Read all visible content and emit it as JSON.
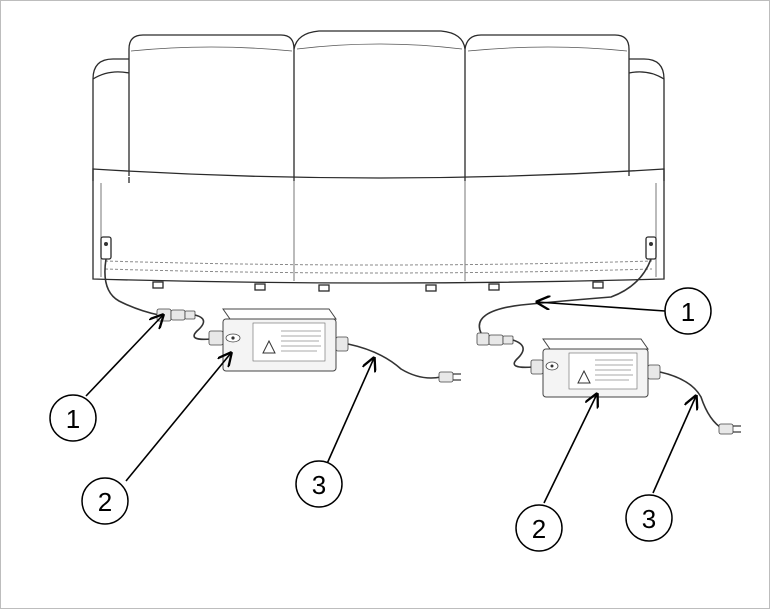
{
  "callouts": [
    {
      "id": "left-1",
      "label": "1"
    },
    {
      "id": "left-2",
      "label": "2"
    },
    {
      "id": "left-3",
      "label": "3"
    },
    {
      "id": "right-1",
      "label": "1"
    },
    {
      "id": "right-2",
      "label": "2"
    },
    {
      "id": "right-3",
      "label": "3"
    }
  ]
}
